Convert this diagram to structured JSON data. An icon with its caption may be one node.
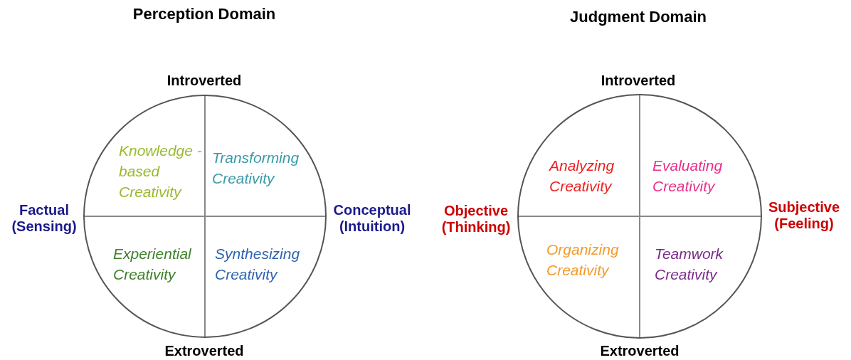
{
  "diagram": {
    "nodes": [
      {
        "text": [],
        "shape": "circle"
      },
      {
        "text": [
          "Knowledge -based Creativity"
        ],
        "in": 0
      },
      {
        "text": [
          "Transforming Creativity"
        ],
        "in": 0
      },
      {
        "text": [
          "Experiential Creativity"
        ],
        "in": 0
      },
      {
        "text": [
          "Synthesizing Creativity"
        ],
        "in": 0
      },
      {
        "text": [],
        "shape": "circle"
      },
      {
        "text": [
          "Analyzing Creativity"
        ],
        "in": 5
      },
      {
        "text": [
          "Evaluating Creativity"
        ],
        "in": 5
      },
      {
        "text": [
          "Organizing Creativity"
        ],
        "in": 5
      },
      {
        "text": [
          "Teamwork Creativity"
        ],
        "in": 5
      }
    ],
    "labels": [
      "Perception Domain",
      "Judgment Domain",
      "Introverted",
      "Introverted",
      "Factual (Sensing)",
      "Conceptual (Intuition)",
      "Objective (Thinking)",
      "Subjective (Feeling)",
      "Extroverted",
      "Extroverted"
    ]
  }
}
